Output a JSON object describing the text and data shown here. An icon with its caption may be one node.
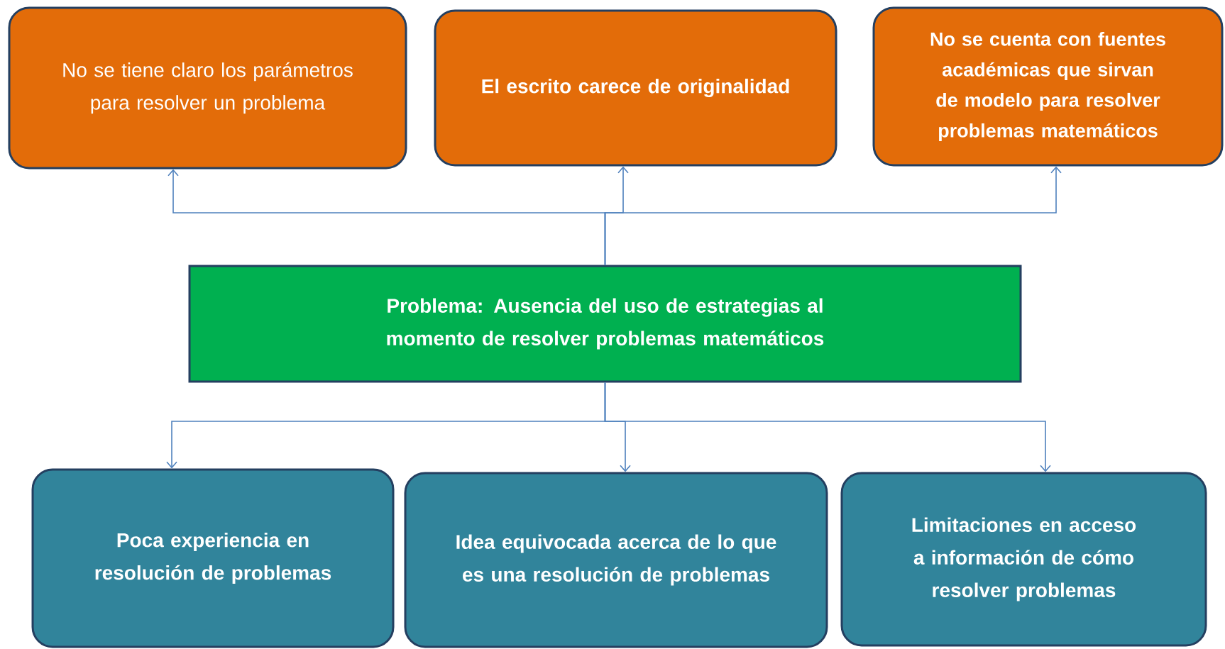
{
  "diagram": {
    "nodes": [
      {
        "text": [
          "Problema: Ausencia  del uso de estrategias  al momento de resolver problemas matemáticos"
        ]
      },
      {
        "text": [
          "No se tiene claro los parámetros para resolver un problema"
        ]
      },
      {
        "text": [
          "El escrito carece de originalidad"
        ]
      },
      {
        "text": [
          "No se cuenta con fuentes académicas que sirvan de modelo para resolver problemas matemáticos"
        ]
      },
      {
        "text": [
          "Poca experiencia en resolución de problemas"
        ]
      },
      {
        "text": [
          "Idea equivocada acerca de lo que es una resolución de problemas"
        ]
      },
      {
        "text": [
          "Limitaciones en acceso a información de cómo resolver problemas"
        ]
      }
    ],
    "edges": [
      {
        "from": 0,
        "to": 1,
        "arrow": "to"
      },
      {
        "from": 0,
        "to": 2,
        "arrow": "to"
      },
      {
        "from": 0,
        "to": 3,
        "arrow": "to"
      },
      {
        "from": 0,
        "to": 4,
        "arrow": "to"
      },
      {
        "from": 0,
        "to": 5,
        "arrow": "to"
      },
      {
        "from": 0,
        "to": 6,
        "arrow": "to"
      }
    ]
  }
}
